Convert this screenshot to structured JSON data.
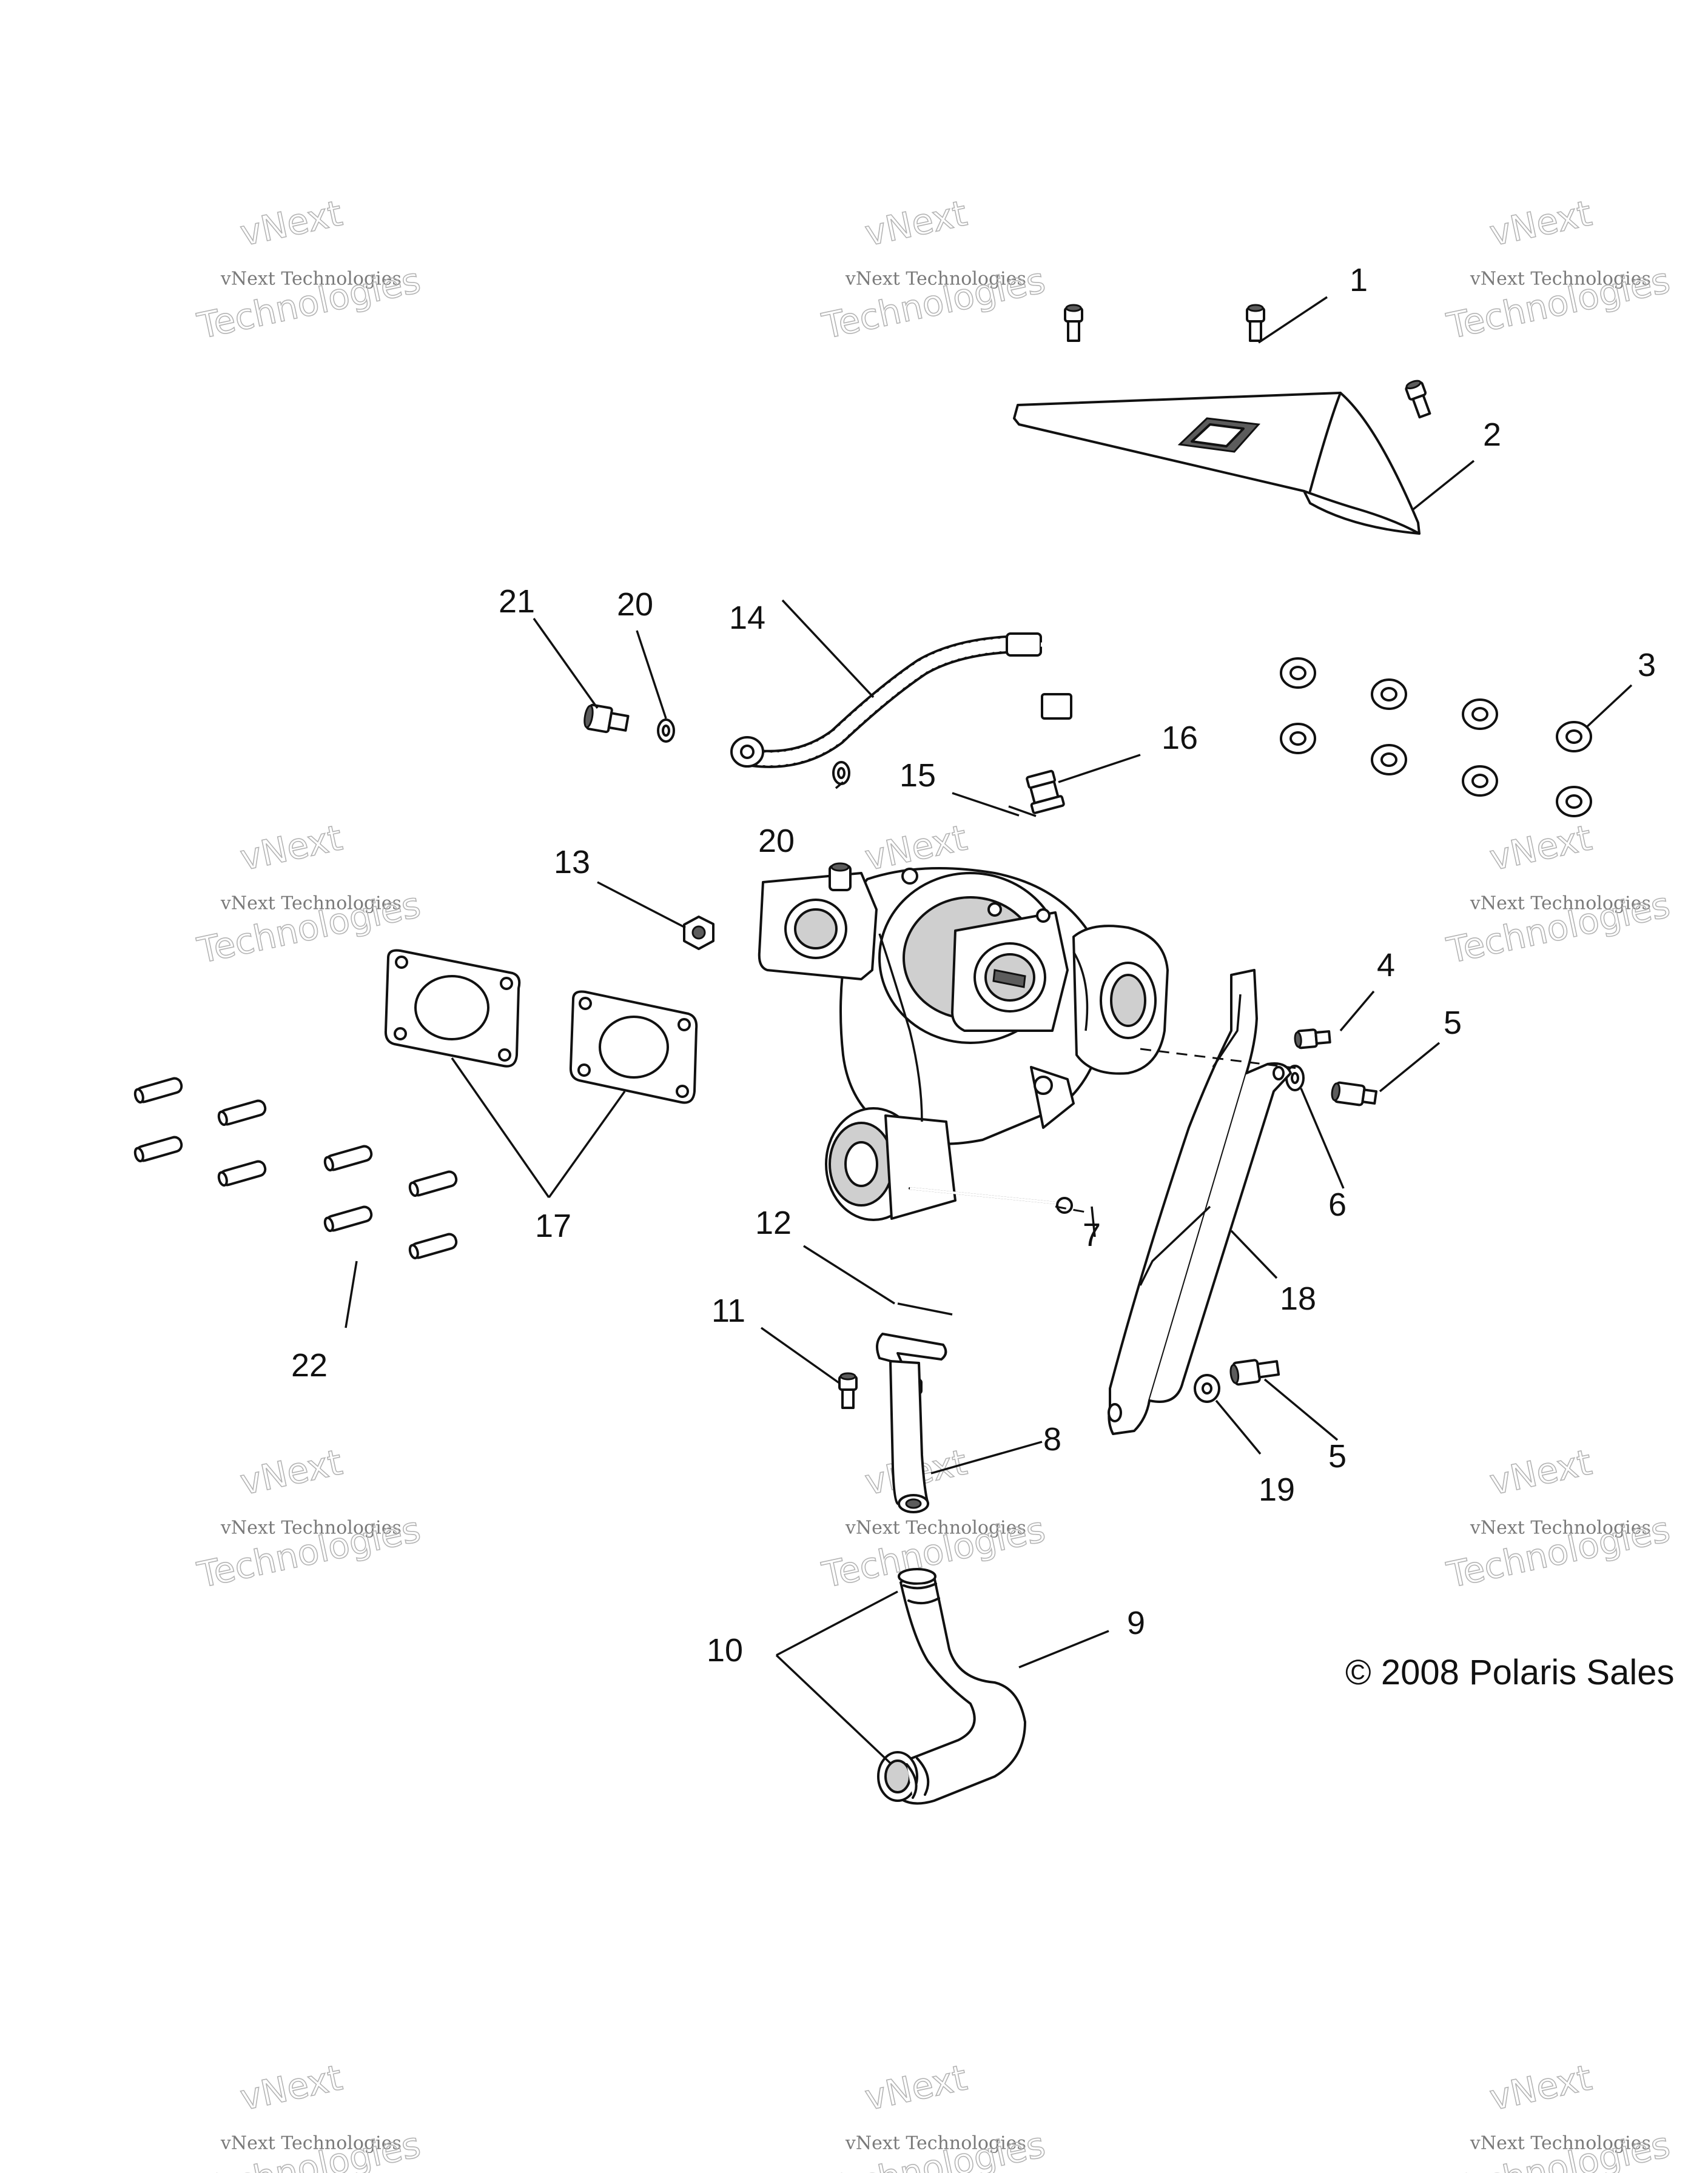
{
  "callouts": {
    "c1": "1",
    "c2": "2",
    "c3": "3",
    "c4": "4",
    "c5a": "5",
    "c5b": "5",
    "c6": "6",
    "c7": "7",
    "c8": "8",
    "c9": "9",
    "c10": "10",
    "c11": "11",
    "c12": "12",
    "c13": "13",
    "c14": "14",
    "c15": "15",
    "c16": "16",
    "c17": "17",
    "c18": "18",
    "c19": "19",
    "c20a": "20",
    "c20b": "20",
    "c21": "21",
    "c22": "22"
  },
  "copyright": "© 2008 Polaris Sales",
  "watermark": {
    "line1": "vNext Technologies",
    "line2": "vNext",
    "line3": "Technologies"
  }
}
